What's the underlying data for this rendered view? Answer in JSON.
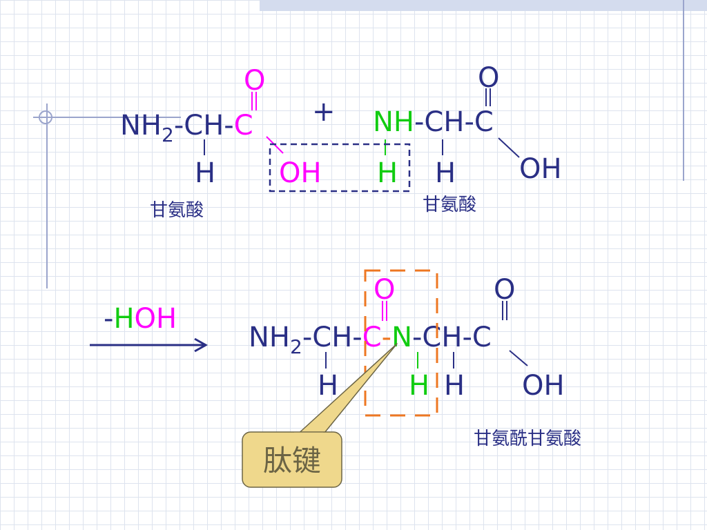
{
  "colors": {
    "main": "#2a2f85",
    "magenta": "#ff00ff",
    "green": "#11cc11",
    "orange": "#ee7722",
    "callout_fill": "#efd88c",
    "callout_stroke": "#6b6445"
  },
  "reactant1": {
    "nh2": "NH",
    "sub2": "2",
    "ch": "-CH-",
    "c": "C",
    "o": "O",
    "h": "H",
    "oh": "OH",
    "name": "甘氨酸"
  },
  "plus": "+",
  "reactant2": {
    "nh": "NH",
    "chc": "-CH-C",
    "o": "O",
    "h_green": "H",
    "h": "H",
    "oh": "OH",
    "name": "甘氨酸"
  },
  "arrow": {
    "dash": "-",
    "h": "H",
    "oh": "OH"
  },
  "product": {
    "nh2": "NH",
    "sub2": "2",
    "ch1": "-CH-",
    "c1": "C",
    "dash": "-",
    "n": "N",
    "ch2": "-CH-C",
    "o1": "O",
    "o2": "O",
    "h1": "H",
    "h_green": "H",
    "h2": "H",
    "oh": "OH",
    "name": "甘氨酰甘氨酸"
  },
  "callout": {
    "text": "肽键"
  }
}
